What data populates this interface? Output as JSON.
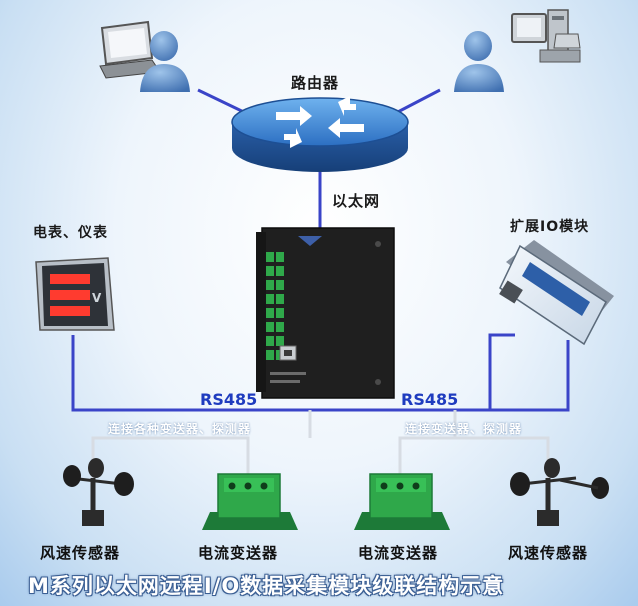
{
  "labels": {
    "router": "路由器",
    "ethernet": "以太网",
    "meters": "电表、仪表",
    "expansion": "扩展IO模块",
    "rs485_left": "RS485",
    "rs485_right": "RS485",
    "connect_left": "连接各种变送器、探测器",
    "connect_right": "连接变送器、探测器",
    "wind_left": "风速传感器",
    "current_left": "电流变送器",
    "current_right": "电流变送器",
    "wind_right": "风速传感器",
    "caption": "M系列以太网远程I/O数据采集模块级联结构示意"
  },
  "icons": {
    "laptop_user": "laptop-user-icon",
    "desktop_user": "desktop-user-icon",
    "router": "router-icon",
    "meter": "panel-meter-icon",
    "io_module": "ethernet-io-module",
    "expansion": "expansion-io-module",
    "anemometer": "anemometer-icon",
    "transmitter": "current-transmitter-icon"
  },
  "colors": {
    "link_blue": "#3a44c8",
    "router_blue": "#2f6fc0",
    "module_dark": "#1e1e1e",
    "terminal_green": "#2fa84a",
    "background_blue": "#a9cbed"
  }
}
